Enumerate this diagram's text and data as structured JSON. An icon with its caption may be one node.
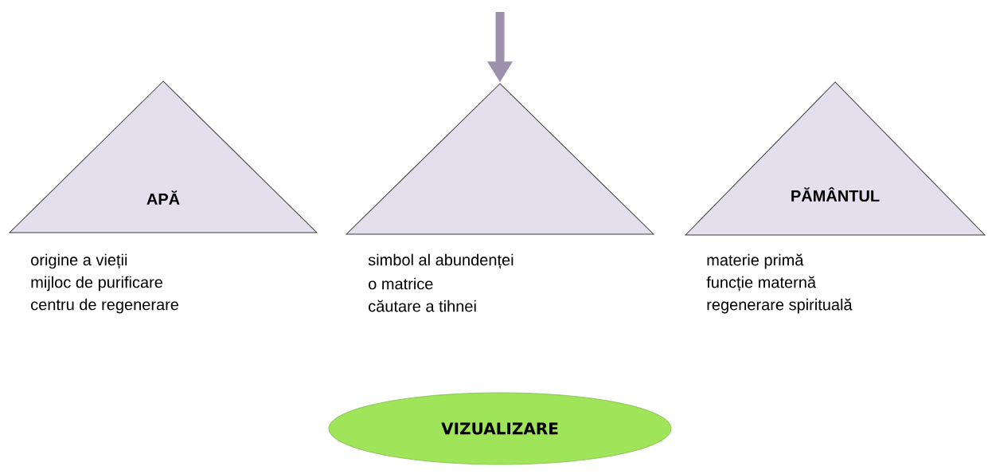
{
  "diagram": {
    "nodes": [
      {
        "text": [
          "APĂ"
        ],
        "beside": [
          "origine a vieții",
          "mijloc de purificare",
          "centru de regenerare"
        ]
      },
      {
        "text": [],
        "shape": "triangle",
        "beside": [
          "simbol al abundenței",
          "o matrice",
          "căutare a tihnei"
        ]
      },
      {
        "text": [
          "PĂMÂNTUL"
        ],
        "beside": [
          "materie primă",
          "funcție maternă",
          "regenerare spirituală"
        ]
      },
      {
        "text": [
          "VIZUALIZARE"
        ]
      }
    ],
    "edges": [
      {
        "from": null,
        "to": 1,
        "arrow": "to"
      }
    ]
  }
}
